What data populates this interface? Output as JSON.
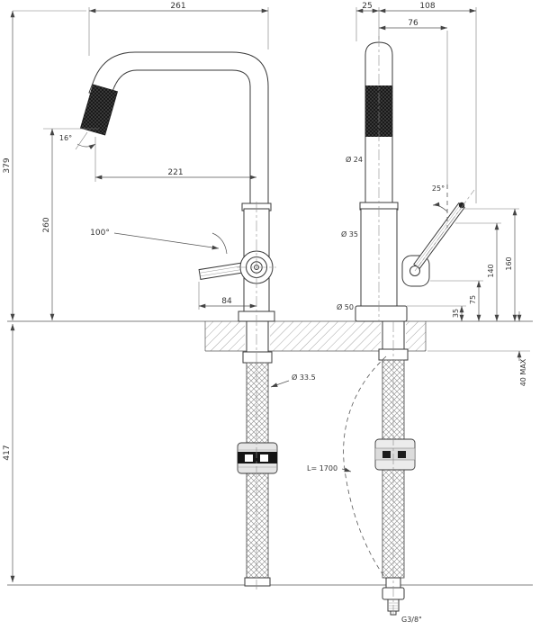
{
  "side_view": {
    "spout_span": "261",
    "height_above_counter": "379",
    "outlet_height": "260",
    "spout_reach": "221",
    "outlet_angle": "16°",
    "handle_arc": "100°",
    "handle_reach": "84",
    "height_below_counter": "417",
    "hose_diameter": "Ø 33.5"
  },
  "front_view": {
    "center_offset": "25",
    "handle_span": "108",
    "upper_span": "76",
    "spout_diameter": "Ø 24",
    "body_diameter": "Ø 35",
    "base_diameter": "Ø 50",
    "lever_angle": "25°",
    "base_height": "35",
    "mid_height": "75",
    "pivot_height": "140",
    "lever_top_height": "160",
    "counter_thickness_max": "40 MAX",
    "hose_length": "L= 1700",
    "connection_thread": "G3/8\""
  }
}
